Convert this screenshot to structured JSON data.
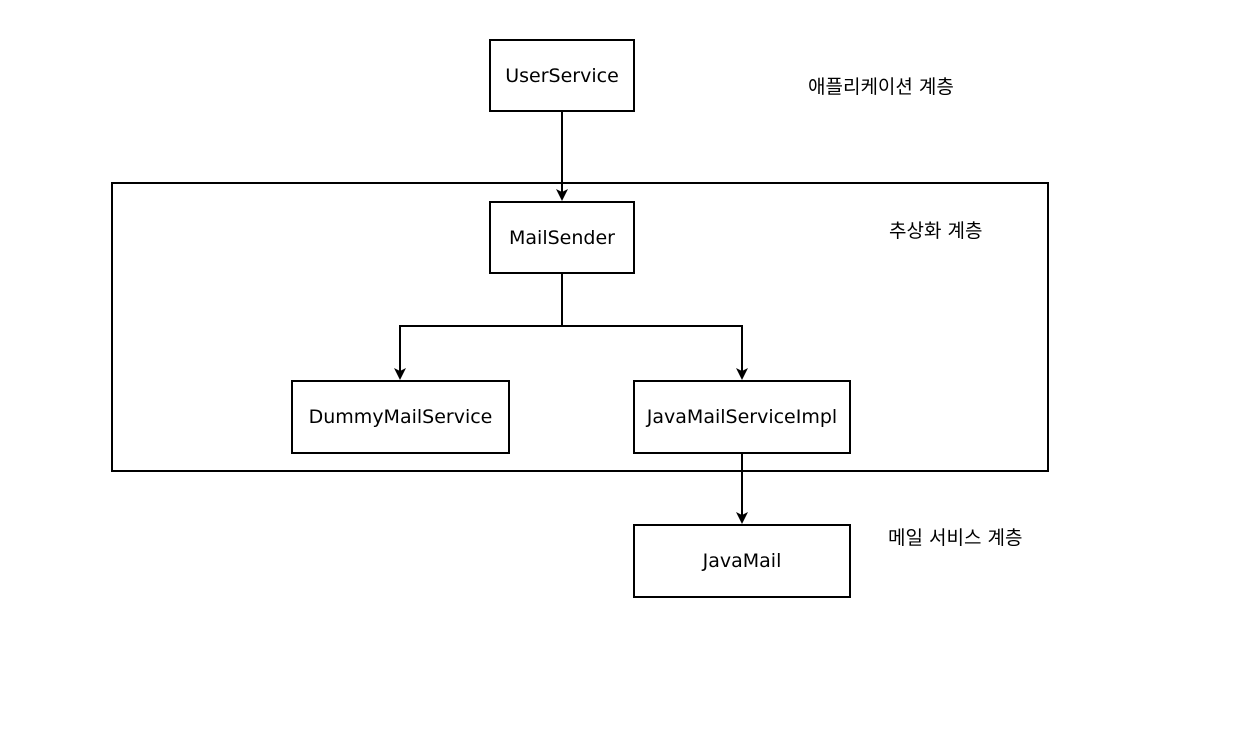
{
  "nodes": {
    "user_service": "UserService",
    "mail_sender": "MailSender",
    "dummy_mail_service": "DummyMailService",
    "java_mail_service_impl": "JavaMailServiceImpl",
    "java_mail": "JavaMail"
  },
  "layers": {
    "application": "애플리케이션 계층",
    "abstraction": "추상화 계층",
    "mail_service": "메일 서비스 계층"
  },
  "edges": [
    {
      "from": "UserService",
      "to": "MailSender"
    },
    {
      "from": "MailSender",
      "to": "DummyMailService"
    },
    {
      "from": "MailSender",
      "to": "JavaMailServiceImpl"
    },
    {
      "from": "JavaMailServiceImpl",
      "to": "JavaMail"
    }
  ]
}
